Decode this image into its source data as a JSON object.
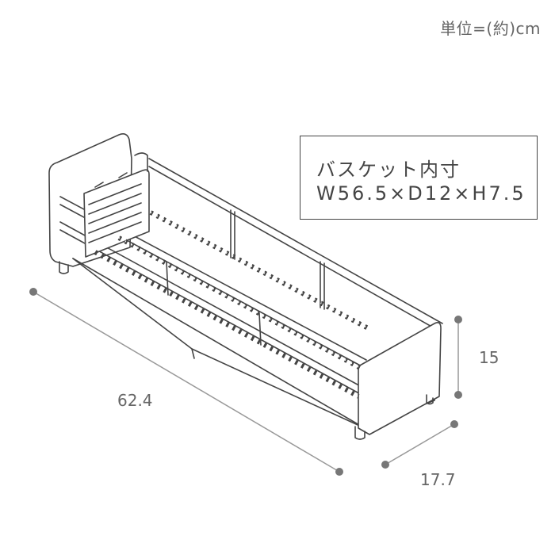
{
  "unit_label": "単位=(約)cm",
  "spec": {
    "title": "バスケット内寸",
    "dimensions": "W56.5×D12×H7.5"
  },
  "dimensions": {
    "length": "62.4",
    "height": "15",
    "depth": "17.7"
  },
  "colors": {
    "line": "#444444",
    "dimension_dot": "#777777",
    "dimension_line": "#999999"
  }
}
